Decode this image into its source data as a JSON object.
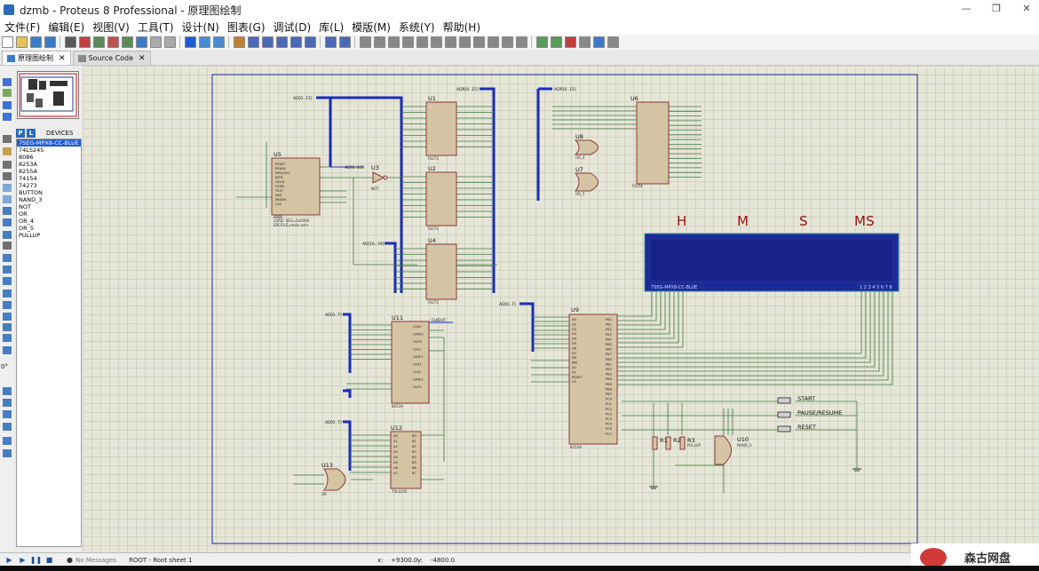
{
  "window": {
    "title": "dzmb - Proteus 8 Professional - 原理图绘制",
    "minimize": "—",
    "restore": "❐",
    "close": "✕"
  },
  "menu": [
    "文件(F)",
    "编辑(E)",
    "视图(V)",
    "工具(T)",
    "设计(N)",
    "图表(G)",
    "调试(D)",
    "库(L)",
    "模版(M)",
    "系统(Y)",
    "帮助(H)"
  ],
  "tabs": [
    {
      "label": "原理图绘制",
      "active": true,
      "close": "✕"
    },
    {
      "label": "Source Code",
      "active": false,
      "close": "✕"
    }
  ],
  "devices": {
    "header": "DEVICES",
    "p": "P",
    "l": "L",
    "items": [
      "7SEG-MPX8-CC-BLUE",
      "74LS245",
      "8086",
      "8253A",
      "8255A",
      "74154",
      "74273",
      "BUTTON",
      "NAND_3",
      "NOT",
      "OR",
      "OR_4",
      "OR_5",
      "PULLUP"
    ],
    "selected_index": 0
  },
  "left_tools_label": "0°",
  "schematic": {
    "display_letters": [
      "H",
      "M",
      "S",
      "MS"
    ],
    "lcd": {
      "left_label": "7SEG-MPX8-CC-BLUE",
      "right_label": "1 2 3 4 5 6 7 8"
    },
    "components": {
      "u1": "U1",
      "u2": "U2",
      "u3": "U3",
      "u4": "U4",
      "u5": "U5",
      "u6": "U6",
      "u7": "U7",
      "u8": "U8",
      "u9": "U9",
      "u10": "U10",
      "u11": "U11",
      "u12": "U12",
      "u13": "U13",
      "r1": "R1",
      "r2": "R2",
      "r3": "R3"
    },
    "part_labels": {
      "u1": "74273",
      "u2": "74273",
      "u4": "74273",
      "u5": "8086",
      "u3": "NOT",
      "u6": "74154",
      "u9": "8255A",
      "u11": "8253A",
      "u12": "74LS245",
      "u13": "OR",
      "u10": "NAND_3",
      "u7": "OR_5",
      "u8": "OR_4",
      "pullup": "PULLUP"
    },
    "buses": {
      "ad1": "AD[0..15]",
      "adr1": "ADR[0..15]",
      "adr2": "ADR[0..15]",
      "ad2": "AD[16..19]",
      "ad3": "AD[0..7]",
      "ad4": "AD[0..7]",
      "ad5": "AD[0..7]",
      "ad6": "AD[0..15]"
    },
    "u5_pins": [
      "RESET",
      "READY",
      "INTA/QS1",
      "INTR",
      "HOLD",
      "HLDA",
      "TEST",
      "NMI",
      "MN/MX",
      "CLK"
    ],
    "u5_info": [
      "LOAD: SEG=0x0000",
      "ERCFILE=main.asm"
    ],
    "u9_pins": [
      "D0",
      "D1",
      "D2",
      "D3",
      "D4",
      "D5",
      "D6",
      "D7",
      "RD",
      "WR",
      "A0",
      "A1",
      "RESET",
      "CS"
    ],
    "u9_ports": [
      "PA0",
      "PA1",
      "PA2",
      "PA3",
      "PA4",
      "PA5",
      "PA6",
      "PA7",
      "PB0",
      "PB1",
      "PB2",
      "PB3",
      "PB4",
      "PB5",
      "PB6",
      "PB7",
      "PC0",
      "PC1",
      "PC2",
      "PC3",
      "PC4",
      "PC5",
      "PC6",
      "PC7"
    ],
    "u11_pins": [
      "CLK0",
      "GATE0",
      "OUT0",
      "CLK1",
      "GATE1",
      "OUT1",
      "CLK2",
      "GATE2",
      "OUT2"
    ],
    "u12_pins": [
      "A0",
      "A1",
      "A2",
      "A3",
      "A4",
      "A5",
      "A6",
      "A7",
      "B0",
      "B1",
      "B2",
      "B3",
      "B4",
      "B5",
      "B6",
      "B7",
      "AB/BA",
      "CE"
    ],
    "buttons": [
      "START",
      "PAUSE/RESUME",
      "RESET"
    ],
    "clkout": "CLKOUT"
  },
  "status": {
    "messages": "No Messages",
    "sheet": "ROOT - Root sheet 1",
    "x_label": "x:",
    "x_value": "+9300.0",
    "y_label": "y:",
    "y_value": "-4800.0"
  },
  "watermark": {
    "text": "森古网盘"
  }
}
